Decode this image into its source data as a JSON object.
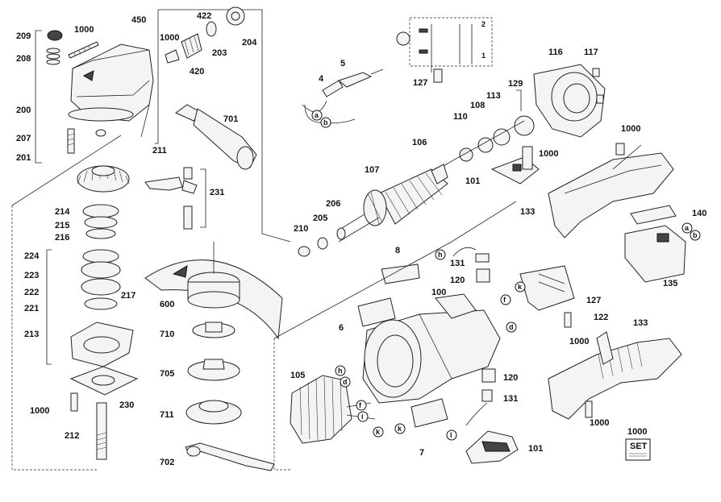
{
  "parts": {
    "p209": "209",
    "p208": "208",
    "p200": "200",
    "p207": "207",
    "p201": "201",
    "p1000a": "1000",
    "p450": "450",
    "p422": "422",
    "p204": "204",
    "p203": "203",
    "p1000b": "1000",
    "p420": "420",
    "p701": "701",
    "p211": "211",
    "p231": "231",
    "p214": "214",
    "p215": "215",
    "p216": "216",
    "p224": "224",
    "p223": "223",
    "p222": "222",
    "p221": "221",
    "p217": "217",
    "p213": "213",
    "p230": "230",
    "p1000c": "1000",
    "p212": "212",
    "p600": "600",
    "p710": "710",
    "p705": "705",
    "p711": "711",
    "p702": "702",
    "p4": "4",
    "p5": "5",
    "p127a": "127",
    "p106": "106",
    "p107": "107",
    "p110": "110",
    "p108": "108",
    "p113": "113",
    "p129": "129",
    "p116": "116",
    "p117": "117",
    "p1000d": "1000",
    "p1000e": "1000",
    "p101a": "101",
    "p206": "206",
    "p205": "205",
    "p210": "210",
    "p8": "8",
    "p131a": "131",
    "p120a": "120",
    "p100": "100",
    "p6": "6",
    "p105": "105",
    "p7": "7",
    "p120b": "120",
    "p131b": "131",
    "p101b": "101",
    "p133a": "133",
    "p140": "140",
    "p135": "135",
    "p127b": "127",
    "p122": "122",
    "p1000f": "1000",
    "p133b": "133",
    "p1000g": "1000",
    "p1000h": "1000"
  },
  "wire_tags": {
    "a1": "a",
    "b1": "b",
    "a2": "a",
    "b2": "b",
    "h1": "h",
    "k1": "k",
    "f1": "f",
    "d1": "d",
    "h2": "h",
    "d2": "d",
    "f2": "f",
    "i1": "i",
    "k2": "k",
    "k3": "k",
    "l1": "l"
  },
  "set_box": {
    "label": "SET"
  },
  "schematic": {
    "n2": "2",
    "n1": "1"
  }
}
